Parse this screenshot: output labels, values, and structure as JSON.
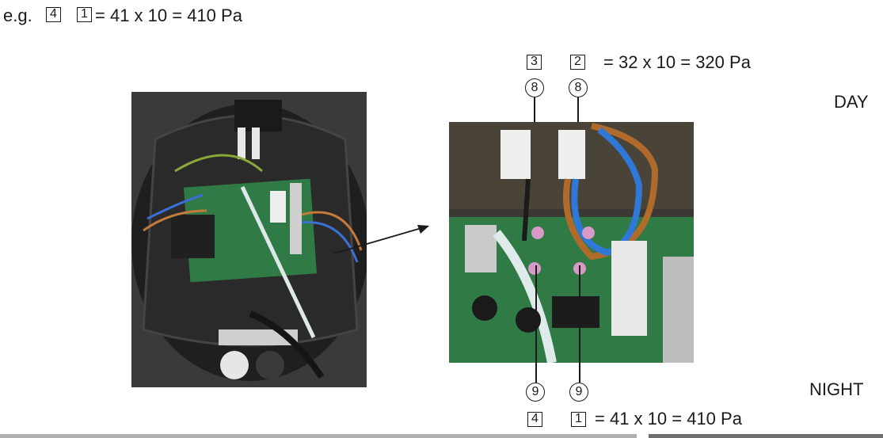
{
  "example": {
    "prefix": "e.g.",
    "box_a": "4",
    "box_b": "1",
    "formula": "= 41 x 10 = 410 Pa"
  },
  "day_reading": {
    "box_left": "3",
    "box_right": "2",
    "formula": "= 32 x 10 = 320 Pa",
    "circle_left": "8",
    "circle_right": "8",
    "label": "DAY"
  },
  "night_reading": {
    "circle_left": "9",
    "circle_right": "9",
    "box_left": "4",
    "box_right": "1",
    "formula": "= 41 x 10 = 410 Pa",
    "label": "NIGHT"
  },
  "colors": {
    "text": "#1a1a1a",
    "footer_bar_left": "#b0b0b0",
    "footer_bar_right": "#6e6e6e",
    "pcb_green": "#2f7a45"
  }
}
